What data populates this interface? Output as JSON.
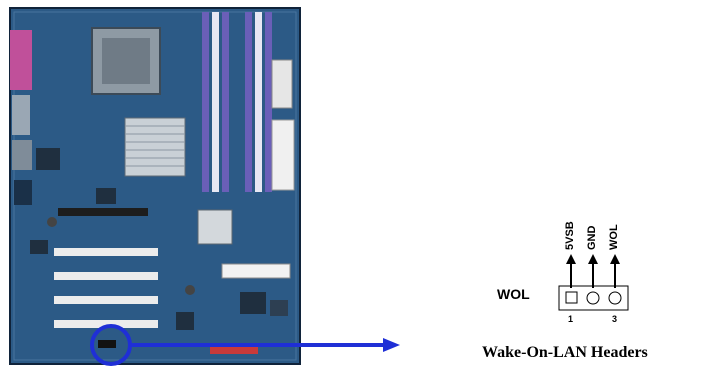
{
  "header": {
    "name": "WOL",
    "pins": [
      "5VSB",
      "GND",
      "WOL"
    ],
    "pin_numbers": [
      "1",
      "3"
    ],
    "caption": "Wake-On-LAN Headers"
  },
  "colors": {
    "board": "#2c5a86",
    "highlight": "#1f2fd6",
    "dimm": "#6a5fb8"
  },
  "icons": [
    "up-arrow-icon"
  ]
}
